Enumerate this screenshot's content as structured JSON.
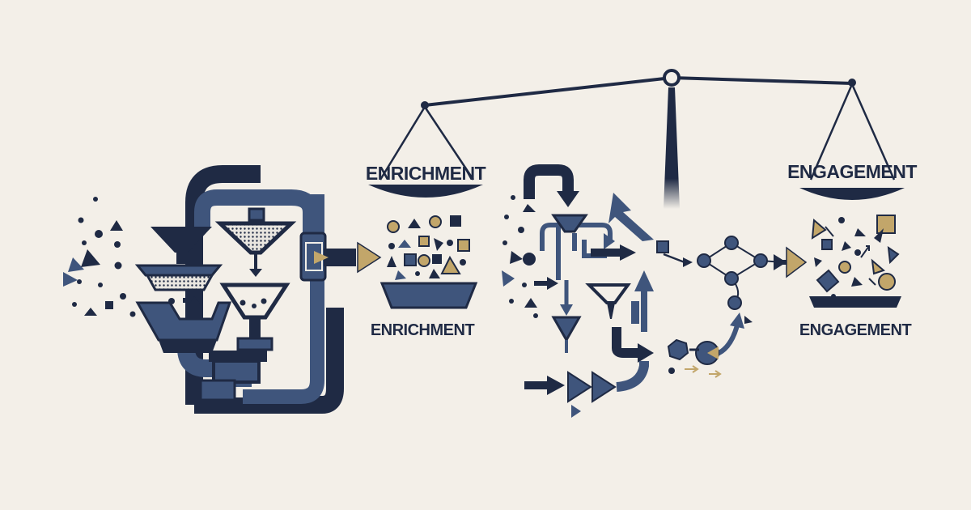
{
  "labels": {
    "left_pan": "ENRICHMENT",
    "left_bowl": "ENRICHMENT",
    "right_pan": "ENGAGEMENT",
    "right_bowl": "ENGAGEMENT"
  },
  "colors": {
    "background": "#f3efe8",
    "navy": "#1f2a44",
    "slate": "#3f557c",
    "gold": "#c2a66a"
  }
}
